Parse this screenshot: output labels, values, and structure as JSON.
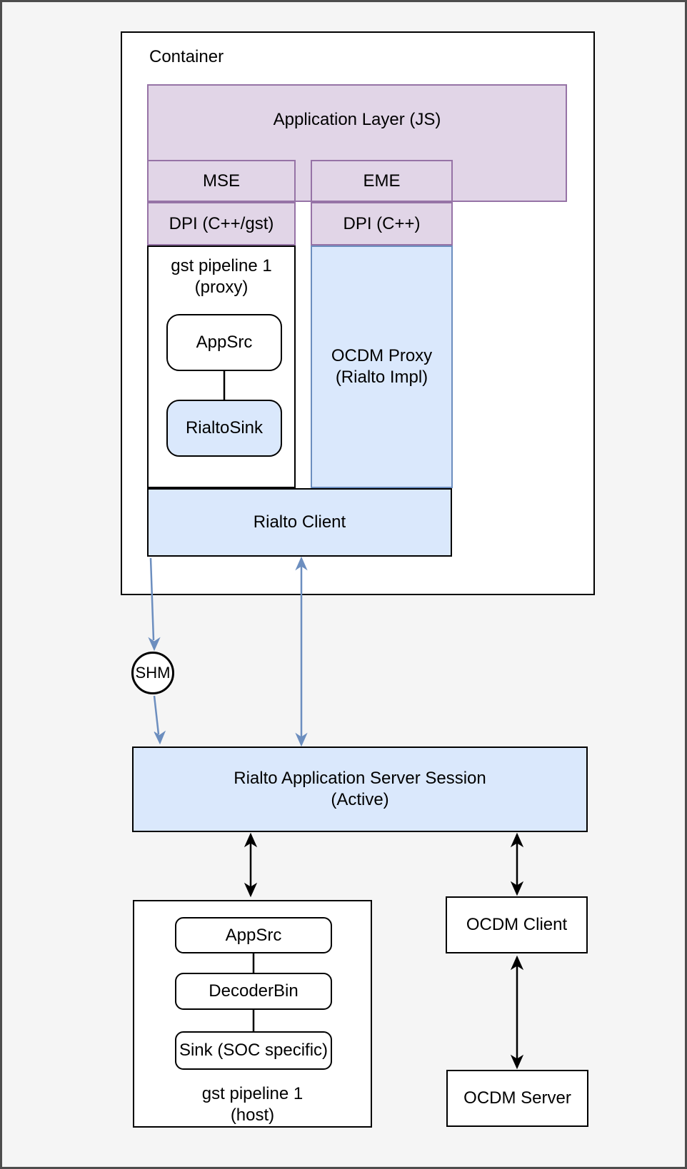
{
  "container": {
    "label": "Container"
  },
  "app_layer": {
    "label": "Application Layer (JS)"
  },
  "mse": {
    "label": "MSE"
  },
  "eme": {
    "label": "EME"
  },
  "dpi_gst": {
    "label": "DPI (C++/gst)"
  },
  "dpi_cpp": {
    "label": "DPI (C++)"
  },
  "proxy_pipeline": {
    "title_line1": "gst pipeline 1",
    "title_line2": "(proxy)",
    "appsrc": "AppSrc",
    "rialtosink": "RialtoSink"
  },
  "ocdm_proxy": {
    "line1": "OCDM Proxy",
    "line2": "(Rialto Impl)"
  },
  "rialto_client": {
    "label": "Rialto Client"
  },
  "shm": {
    "label": "SHM"
  },
  "server_session": {
    "line1": "Rialto Application Server Session",
    "line2": "(Active)"
  },
  "host_pipeline": {
    "appsrc": "AppSrc",
    "decoderbin": "DecoderBin",
    "sink": "Sink (SOC specific)",
    "title_line1": "gst pipeline 1",
    "title_line2": "(host)"
  },
  "ocdm_client": {
    "label": "OCDM Client"
  },
  "ocdm_server": {
    "label": "OCDM Server"
  },
  "colors": {
    "purple_fill": "#e1d5e7",
    "purple_border": "#9673a6",
    "blue_fill": "#dae8fc",
    "blue_border": "#6c8ebf",
    "arrow_blue": "#6c8ebf",
    "arrow_black": "#000000",
    "page_bg": "#f5f5f5"
  }
}
